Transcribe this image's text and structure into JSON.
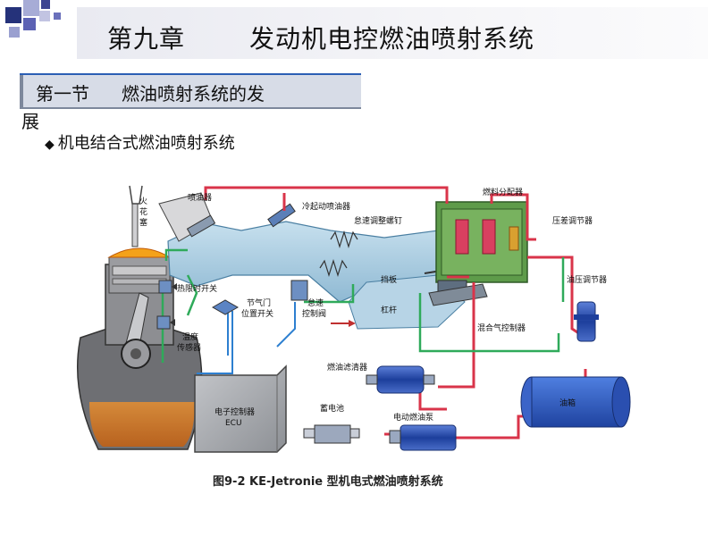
{
  "slide": {
    "title_chapter": "第九章",
    "title_text": "发动机电控燃油喷射系统",
    "section_number": "第一节",
    "section_title_line1": "燃油喷射系统的发",
    "section_title_line2": "展",
    "bullet_text": "机电结合式燃油喷射系统",
    "bullet_symbol": "◆"
  },
  "diagram": {
    "labels": {
      "injector": "喷油器",
      "spark_plug_1": "火",
      "spark_plug_2": "花",
      "spark_plug_3": "塞",
      "cold_start_injector": "冷起动喷油器",
      "idle_screw": "怠速调整螺钉",
      "fuel_distributor": "燃料分配器",
      "pressure_diff_regulator": "压差调节器",
      "thermo_time_switch": "热限时开关",
      "throttle_switch_1": "节气门",
      "throttle_switch_2": "位置开关",
      "idle_valve_1": "怠速",
      "idle_valve_2": "控制阀",
      "baffle": "挡板",
      "lever": "杠杆",
      "mixture_controller": "混合气控制器",
      "pressure_regulator": "油压调节器",
      "temp_sensor_1": "温度",
      "temp_sensor_2": "传感器",
      "fuel_filter": "燃油滤清器",
      "battery": "蓄电池",
      "ecu_1": "电子控制器",
      "ecu_2": "ECU",
      "fuel_pump": "电动燃油泵",
      "fuel_tank": "油箱"
    },
    "colors": {
      "fuel_line": "#d9344a",
      "return_line": "#2faa5a",
      "signal_line": "#2d7fd0",
      "manifold": "#a8cbe0",
      "engine_oil": "#c8782f",
      "ecu_box": "#a9abaf",
      "tank": "#2e5fc8"
    },
    "caption": "图9-2  KE-Jetronie 型机电式燃油喷射系统"
  }
}
